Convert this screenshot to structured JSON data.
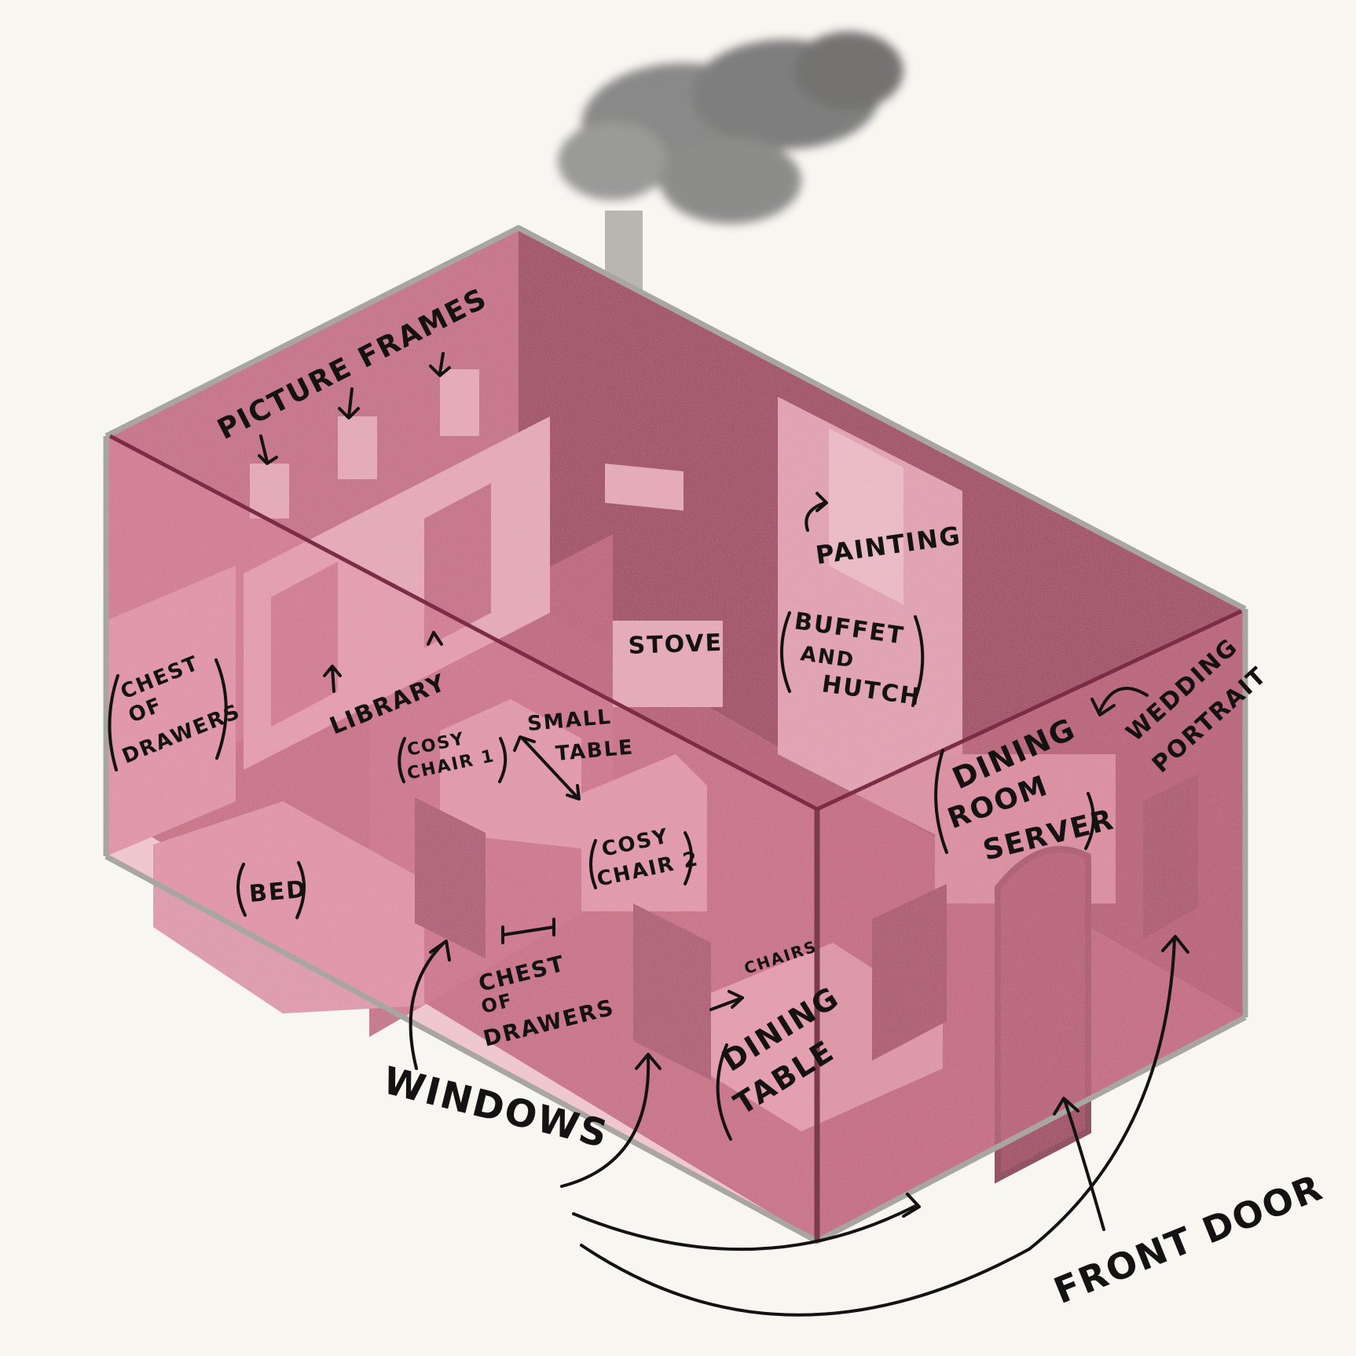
{
  "labels": {
    "picture_frames": "PICTURE FRAMES",
    "chest_of_drawers_left_1": "CHEST",
    "chest_of_drawers_left_2": "OF",
    "chest_of_drawers_left_3": "DRAWERS",
    "library": "LIBRARY",
    "stove": "STOVE",
    "painting": "PAINTING",
    "buffet_1": "BUFFET",
    "buffet_2": "AND",
    "buffet_3": "HUTCH",
    "small_table_1": "SMALL",
    "small_table_2": "TABLE",
    "cosy_chair_1_a": "COSY",
    "cosy_chair_1_b": "CHAIR 1",
    "cosy_chair_2_a": "COSY",
    "cosy_chair_2_b": "CHAIR 2",
    "bed": "BED",
    "chest_of_drawers_mid_1": "CHEST",
    "chest_of_drawers_mid_2": "OF",
    "chest_of_drawers_mid_3": "DRAWERS",
    "chairs": "CHAIRS",
    "dining_table_1": "DINING",
    "dining_table_2": "TABLE",
    "dining_server_1": "DINING",
    "dining_server_2": "ROOM",
    "dining_server_3": "SERVER",
    "wedding_portrait_1": "WEDDING",
    "wedding_portrait_2": "PORTRAIT",
    "windows": "WINDOWS",
    "front_door": "FRONT DOOR"
  },
  "colors": {
    "background": "#f8f6f1",
    "wall_pink": "#d9788f",
    "wall_dark": "#a23d5c",
    "floor": "#b8556f",
    "furniture": "#eaa9b8",
    "ink": "#141212",
    "smoke": "#6e6e6e"
  }
}
